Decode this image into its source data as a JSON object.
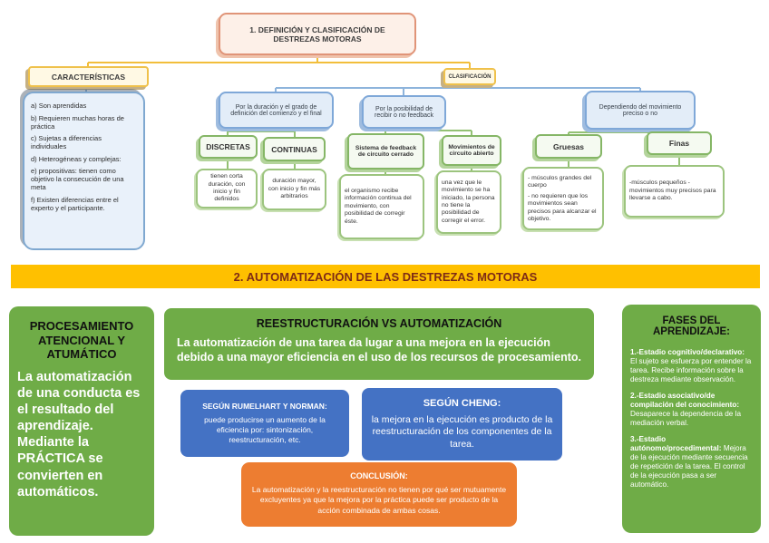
{
  "top": {
    "title": "1. DEFINICIÓN Y CLASIFICACIÓN DE DESTREZAS MOTORAS",
    "caracteristicas": {
      "label": "CARACTERÍSTICAS",
      "items": [
        "a) Son aprendidas",
        "b) Requieren muchas horas de práctica",
        "c) Sujetas a diferencias individuales",
        "d) Heterogéneas y complejas:",
        "e) propositivas: tienen como objetivo la consecución de una meta",
        "f) Existen diferencias entre el experto y el participante."
      ]
    },
    "clasificacion": {
      "label": "CLASIFICACIÓN",
      "branches": [
        {
          "criterion": "Por la duración y el grado de definición del comienzo y el final",
          "children": [
            {
              "name": "DISCRETAS",
              "desc": "tienen corta duración, con inicio y fin definidos"
            },
            {
              "name": "CONTINUAS",
              "desc": "duración mayor, con inicio y fin más arbitrarios"
            }
          ]
        },
        {
          "criterion": "Por la posibilidad de recibir o no feedback",
          "children": [
            {
              "name": "Sistema de feedback de circuito cerrado",
              "desc": "el organismo recibe información continua del movimiento, con posibilidad de corregir éste."
            },
            {
              "name": "Movimientos de circuito abierto",
              "desc": "una vez que le movimiento se ha iniciado, la persona no tiene la posibilidad de corregir el error."
            }
          ]
        },
        {
          "criterion": "Dependiendo del movimiento preciso o no",
          "children": [
            {
              "name": "Gruesas",
              "desc_lines": [
                "- músculos grandes del cuerpo",
                "- no requieren que los movimientos sean precisos para alcanzar el objetivo."
              ]
            },
            {
              "name": "Finas",
              "desc": "-músculos pequeños - movimientos muy precisos para llevarse a cabo."
            }
          ]
        }
      ]
    }
  },
  "bottom": {
    "banner": "2. AUTOMATIZACIÓN DE LAS DESTREZAS MOTORAS",
    "left_panel": {
      "title": "PROCESAMIENTO ATENCIONAL Y ATUMÁTICO",
      "body": "La automatización de una conducta es el resultado del aprendizaje. Mediante la PRÁCTICA se convierten en automáticos."
    },
    "center_panel": {
      "title": "REESTRUCTURACIÓN VS AUTOMATIZACIÓN",
      "body": "La automatización de una tarea da lugar a una mejora en la ejecución debido a una mayor eficiencia en el uso de los recursos de procesamiento."
    },
    "rumelhart": {
      "title": "SEGÚN RUMELHART Y NORMAN:",
      "body": "puede producirse un aumento de la eficiencia por: sintonización, reestructuración, etc."
    },
    "cheng": {
      "title": "SEGÚN CHENG:",
      "body": "la mejora en la ejecución es producto de la reestructuración de los componentes de la tarea."
    },
    "conclusion": {
      "title": "CONCLUSIÓN:",
      "body": "La automatización y la reestructuración no tienen por qué ser mutuamente excluyentes ya que la mejora por la práctica puede ser producto de la acción combinada de ambas cosas."
    },
    "fases": {
      "title": "FASES DEL APRENDIZAJE:",
      "items": [
        {
          "lead": "1.-Estadio cognitivo/declarativo:",
          "text": "El sujeto se esfuerza por entender la tarea. Recibe información sobre la destreza mediante observación."
        },
        {
          "lead": "2.-Estadio asociativo/de compilación del conocimiento:",
          "text": "Desaparece la dependencia de la mediación verbal."
        },
        {
          "lead": "3.-Estadio autónomo/procedimental:",
          "text": "Mejora de la ejecución mediante secuencia de repetición de la tarea. El control de la ejecución pasa a ser automático."
        }
      ]
    }
  },
  "colors": {
    "green": "#6FAC47",
    "blue": "#4472C4",
    "orange": "#ED7D31",
    "gold": "#FFC000",
    "salmon_border": "#E09478",
    "banner_text": "#7E2B16"
  }
}
